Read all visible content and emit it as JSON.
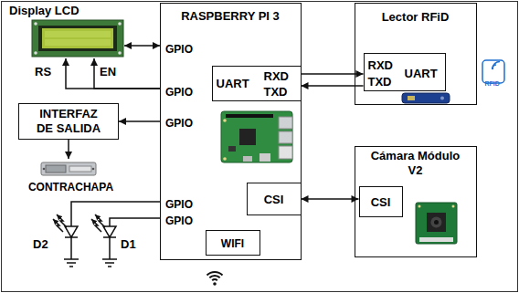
{
  "diagram": {
    "nodes": [
      {
        "text": [
          "Display LCD"
        ]
      },
      {
        "text": [
          "RASPBERRY PI 3",
          "GPIO",
          "GPIO",
          "GPIO",
          "GPIO",
          "GPIO"
        ]
      },
      {
        "text": [
          "UART",
          "RXD",
          "TXD"
        ],
        "in": 1
      },
      {
        "text": [
          "Lector RFiD"
        ]
      },
      {
        "text": [
          "RXD",
          "TXD",
          "UART"
        ],
        "in": 3
      },
      {
        "text": [
          "INTERFAZ DE SALIDA"
        ]
      },
      {
        "text": [
          "CONTRACHAPA"
        ]
      },
      {
        "text": [
          "CSI"
        ],
        "in": 1
      },
      {
        "text": [
          "Cámara Módulo V2"
        ]
      },
      {
        "text": [
          "CSI"
        ],
        "in": 8
      },
      {
        "text": [
          "WIFI"
        ],
        "in": 1
      }
    ],
    "edges": [
      {
        "from": 0,
        "to": 1,
        "arrow": "both"
      },
      {
        "from": 1,
        "to": 0,
        "arrow": "to"
      },
      {
        "from": 1,
        "to": 0,
        "arrow": "to"
      },
      {
        "from": 1,
        "to": 5,
        "arrow": "to"
      },
      {
        "from": 5,
        "to": 6,
        "arrow": "to"
      },
      {
        "from": 2,
        "to": 4,
        "arrow": "to"
      },
      {
        "from": 4,
        "to": 2,
        "arrow": "to"
      },
      {
        "from": 7,
        "to": 9,
        "arrow": "both"
      }
    ],
    "labels": [
      "RS",
      "EN",
      "D2",
      "D1",
      "RFID"
    ]
  }
}
